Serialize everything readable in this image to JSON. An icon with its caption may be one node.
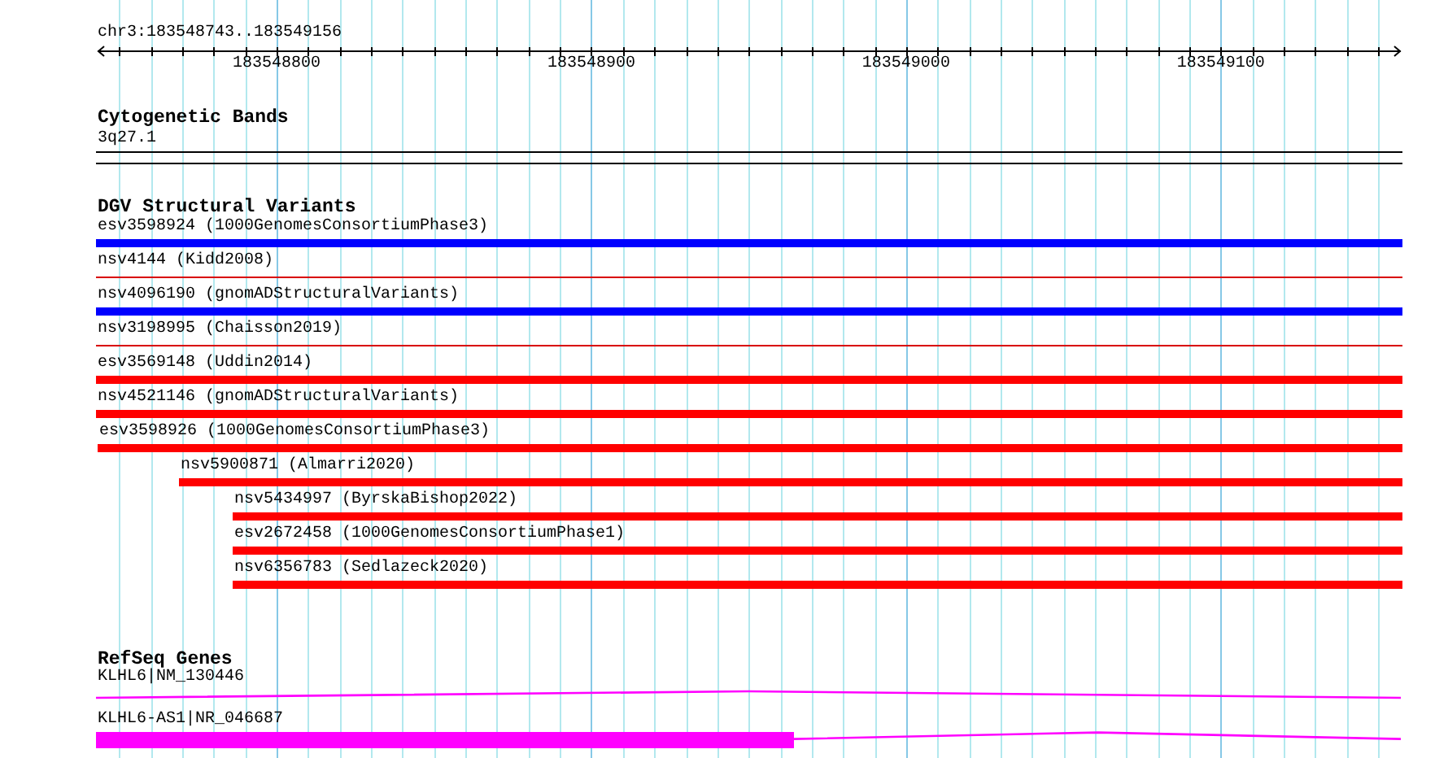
{
  "diagram": {
    "nodes": [
      {
        "text": [
          "3q27.1"
        ]
      },
      {
        "text": [
          "esv3598924 (1000GenomesConsortiumPhase3)"
        ]
      },
      {
        "text": [
          "nsv4144 (Kidd2008)"
        ]
      },
      {
        "text": [
          "nsv4096190 (gnomADStructuralVariants)"
        ]
      },
      {
        "text": [
          "nsv3198995 (Chaisson2019)"
        ]
      },
      {
        "text": [
          "esv3569148 (Uddin2014)"
        ]
      },
      {
        "text": [
          "nsv4521146 (gnomADStructuralVariants)"
        ]
      },
      {
        "text": [
          "esv3598926 (1000GenomesConsortiumPhase3)"
        ]
      },
      {
        "text": [
          "nsv5900871 (Almarri2020)"
        ]
      },
      {
        "text": [
          "nsv5434997 (ByrskaBishop2022)"
        ]
      },
      {
        "text": [
          "esv2672458 (1000GenomesConsortiumPhase1)"
        ]
      },
      {
        "text": [
          "nsv6356783 (Sedlazeck2020)"
        ]
      },
      {
        "text": [
          "KLHL6|NM_130446"
        ]
      },
      {
        "text": [
          "KLHL6-AS1|NR_046687"
        ]
      }
    ],
    "labels": [
      "chr3:183548743..183549156",
      "183548800",
      "183548900",
      "183549000",
      "183549100",
      "Cytogenetic Bands",
      "DGV Structural Variants",
      "RefSeq Genes"
    ]
  }
}
